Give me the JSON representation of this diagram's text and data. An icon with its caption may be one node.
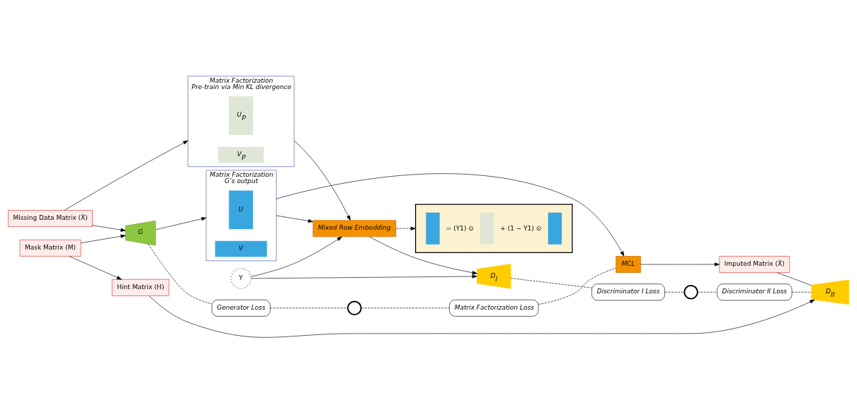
{
  "diagram": {
    "nodes": [
      {
        "text": [
          "Missing Data Matrix (X̃)"
        ]
      },
      {
        "text": [
          "Mask Matrix (M)"
        ]
      },
      {
        "text": [
          "Hint Matrix (H)"
        ]
      },
      {
        "text": [
          "Matrix Factorization",
          "Pre-train via Min KL divergence"
        ]
      },
      {
        "text": [
          "U$_{P}$"
        ],
        "in": 3
      },
      {
        "text": [
          "V$_{P}$"
        ],
        "in": 3
      },
      {
        "text": [
          "Matrix Factorization",
          "G‘s output"
        ]
      },
      {
        "text": [
          "U"
        ],
        "in": 6
      },
      {
        "text": [
          "V"
        ],
        "in": 6
      },
      {
        "text": [
          "G"
        ]
      },
      {
        "text": [
          "Mixed Row Embedding"
        ]
      },
      {
        "text": [
          "= (Y1) ⊙",
          "+ (1 − Y1) ⊙"
        ]
      },
      {
        "text": [
          "D$_{I}$"
        ]
      },
      {
        "text": [
          "Discriminator I Loss"
        ]
      },
      {
        "text": [],
        "shape": "circle"
      },
      {
        "text": [
          "Y"
        ]
      },
      {
        "text": [
          "MCL"
        ]
      },
      {
        "text": [
          "Imputed Matrix (X̄)"
        ]
      },
      {
        "text": [
          "Discriminator II Loss"
        ]
      },
      {
        "text": [
          "D$_{II}$"
        ]
      },
      {
        "text": [
          "Generator Loss"
        ]
      },
      {
        "text": [],
        "shape": "circle"
      },
      {
        "text": [
          "Matrix Factorization Loss"
        ]
      }
    ],
    "edges": [
      {
        "from": 0,
        "to": 3,
        "arrow": "to"
      },
      {
        "from": 0,
        "to": 9,
        "arrow": "to"
      },
      {
        "from": 1,
        "to": 9,
        "arrow": "to"
      },
      {
        "from": 1,
        "to": 2,
        "arrow": "to"
      },
      {
        "from": 9,
        "to": 6,
        "arrow": "to"
      },
      {
        "from": 3,
        "to": 10,
        "arrow": "to"
      },
      {
        "from": 6,
        "to": 10,
        "arrow": "to"
      },
      {
        "from": 6,
        "to": 16,
        "arrow": "to"
      },
      {
        "from": 10,
        "to": 11,
        "arrow": "to",
        "style": "dashed"
      },
      {
        "from": 10,
        "to": 12,
        "arrow": "to"
      },
      {
        "from": 15,
        "to": 10,
        "arrow": "to"
      },
      {
        "from": 15,
        "to": 12,
        "arrow": "to"
      },
      {
        "from": 12,
        "to": 13,
        "arrow": "none",
        "style": "dashed"
      },
      {
        "from": 13,
        "to": 14,
        "arrow": "none",
        "style": "dashed"
      },
      {
        "from": 14,
        "to": 18,
        "arrow": "none",
        "style": "dashed"
      },
      {
        "from": 18,
        "to": 19,
        "arrow": "none",
        "style": "dashed"
      },
      {
        "from": 16,
        "to": 17,
        "arrow": "to"
      },
      {
        "from": 9,
        "to": 20,
        "arrow": "none",
        "style": "dashed"
      },
      {
        "from": 20,
        "to": 21,
        "arrow": "none",
        "style": "dashed"
      },
      {
        "from": 21,
        "to": 22,
        "arrow": "none",
        "style": "dashed"
      },
      {
        "from": 22,
        "to": 16,
        "arrow": "none",
        "style": "dashed"
      },
      {
        "from": 2,
        "to": 19,
        "arrow": "to"
      },
      {
        "from": 17,
        "to": 19,
        "arrow": "none"
      }
    ]
  }
}
